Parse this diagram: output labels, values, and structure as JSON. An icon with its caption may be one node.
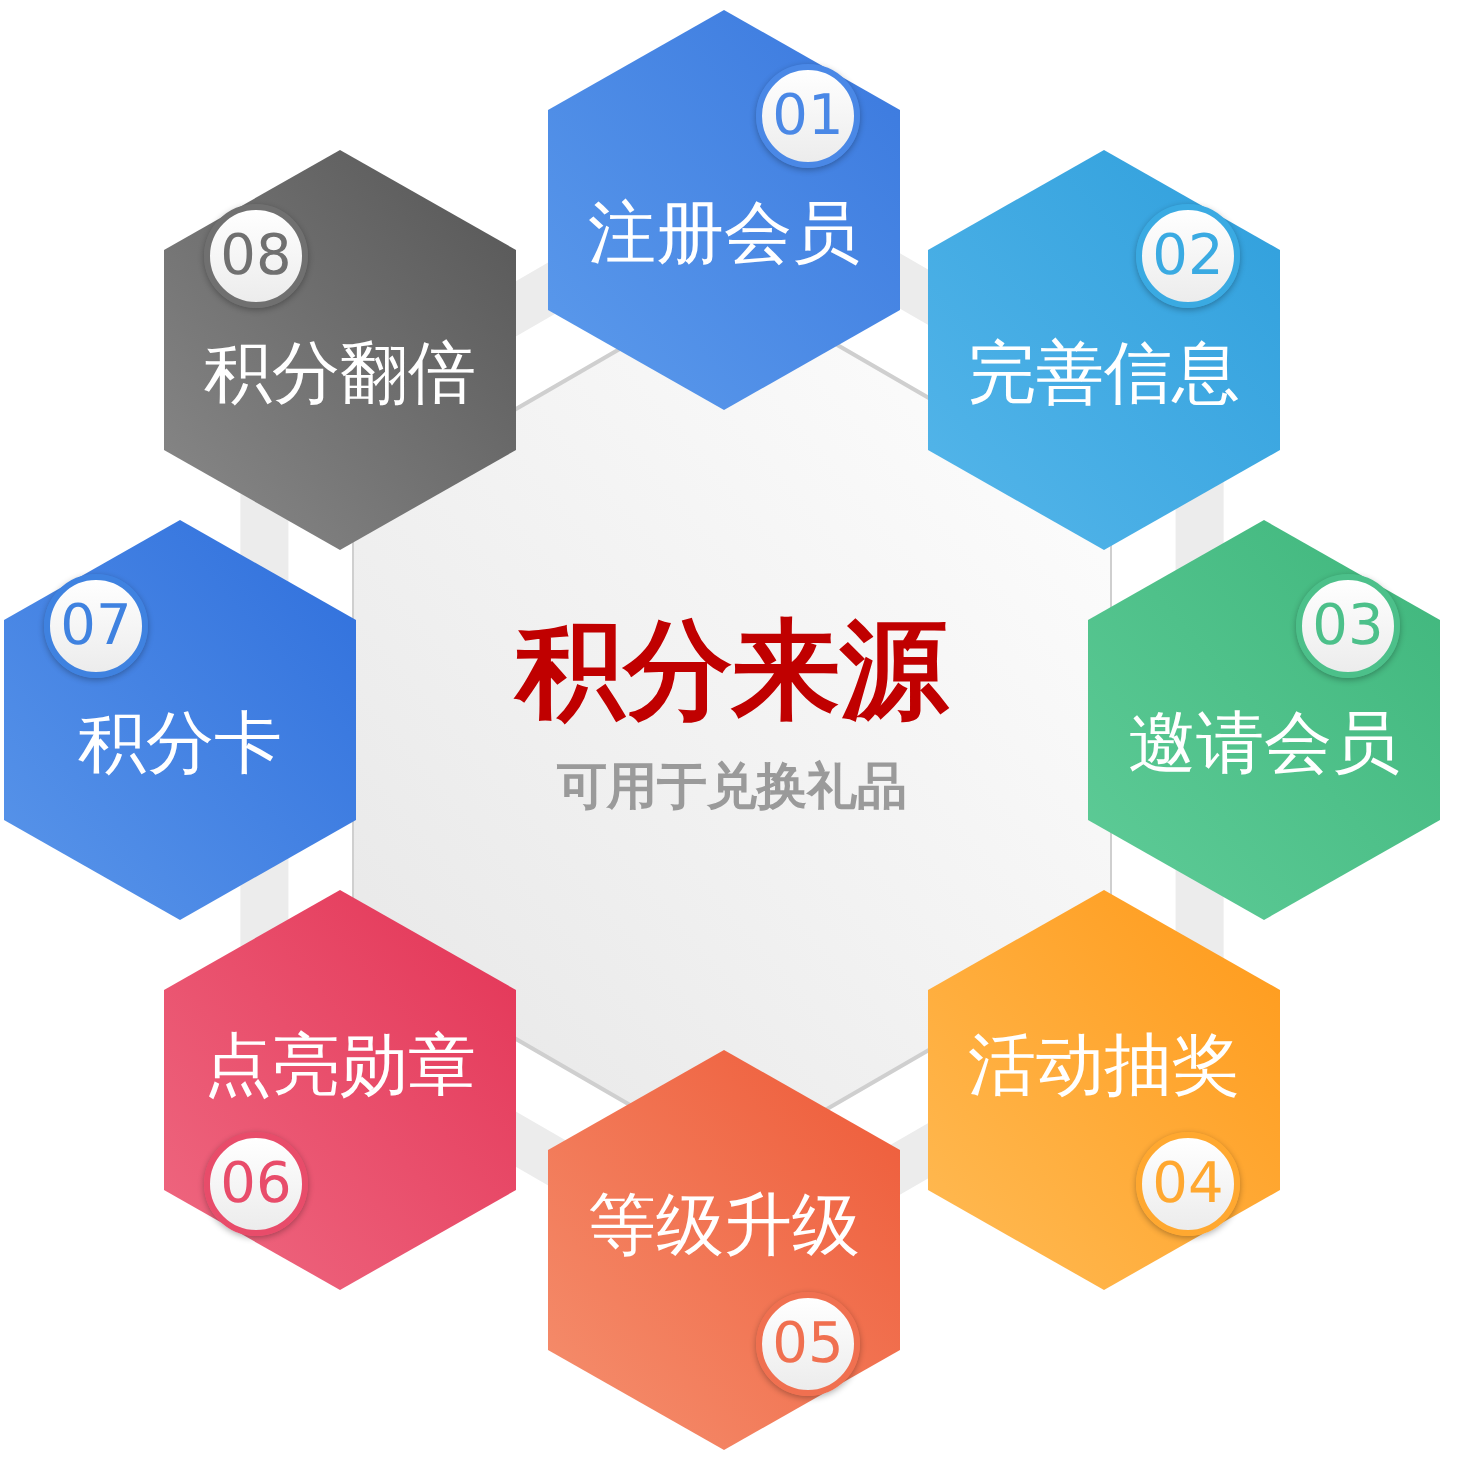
{
  "diagram": {
    "nodes": [
      {
        "text": [
          "积分来源",
          "可用于兑换礼品"
        ]
      },
      {
        "text": [
          "01",
          "注册会员"
        ]
      },
      {
        "text": [
          "02",
          "完善信息"
        ]
      },
      {
        "text": [
          "03",
          "邀请会员"
        ]
      },
      {
        "text": [
          "活动抽奖",
          "04"
        ]
      },
      {
        "text": [
          "等级升级",
          "05"
        ]
      },
      {
        "text": [
          "点亮勋章",
          "06"
        ]
      },
      {
        "text": [
          "07",
          "积分卡"
        ]
      },
      {
        "text": [
          "08",
          "积分翻倍"
        ]
      }
    ]
  }
}
